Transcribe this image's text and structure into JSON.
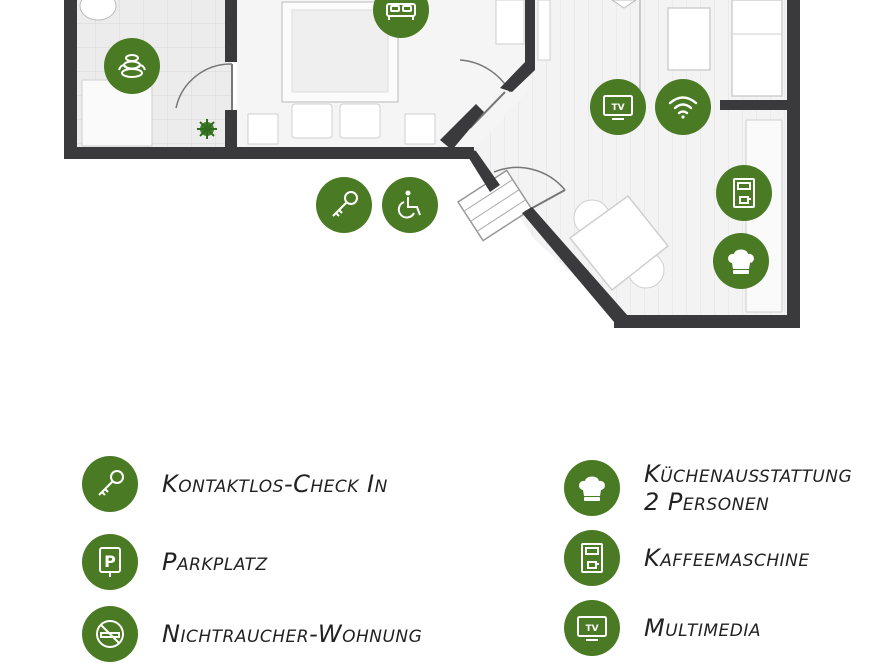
{
  "colors": {
    "accent": "#4a7a24",
    "wall": "#3a3a3c",
    "floor": "#f1f1f1",
    "tile": "#e4e4e4"
  },
  "plan": {
    "icons": [
      {
        "name": "spa-icon"
      },
      {
        "name": "bed-icon"
      },
      {
        "name": "tv-icon",
        "label": "TV"
      },
      {
        "name": "wifi-icon"
      },
      {
        "name": "key-icon"
      },
      {
        "name": "wheelchair-icon"
      },
      {
        "name": "coffee-machine-icon"
      },
      {
        "name": "chef-hat-icon"
      }
    ]
  },
  "legend": {
    "items": [
      {
        "icon": "key-icon",
        "label": "Kontaktlos-Check In"
      },
      {
        "icon": "parking-icon",
        "label": "Parkplatz",
        "badge": "P"
      },
      {
        "icon": "no-smoking-icon",
        "label": "Nichtraucher-Wohnung"
      },
      {
        "icon": "chef-hat-icon",
        "label": "Küchenausstattung\n2 Personen"
      },
      {
        "icon": "coffee-machine-icon",
        "label": "Kaffeemaschine"
      },
      {
        "icon": "tv-icon",
        "label": "Multimedia",
        "badge": "TV"
      }
    ]
  }
}
